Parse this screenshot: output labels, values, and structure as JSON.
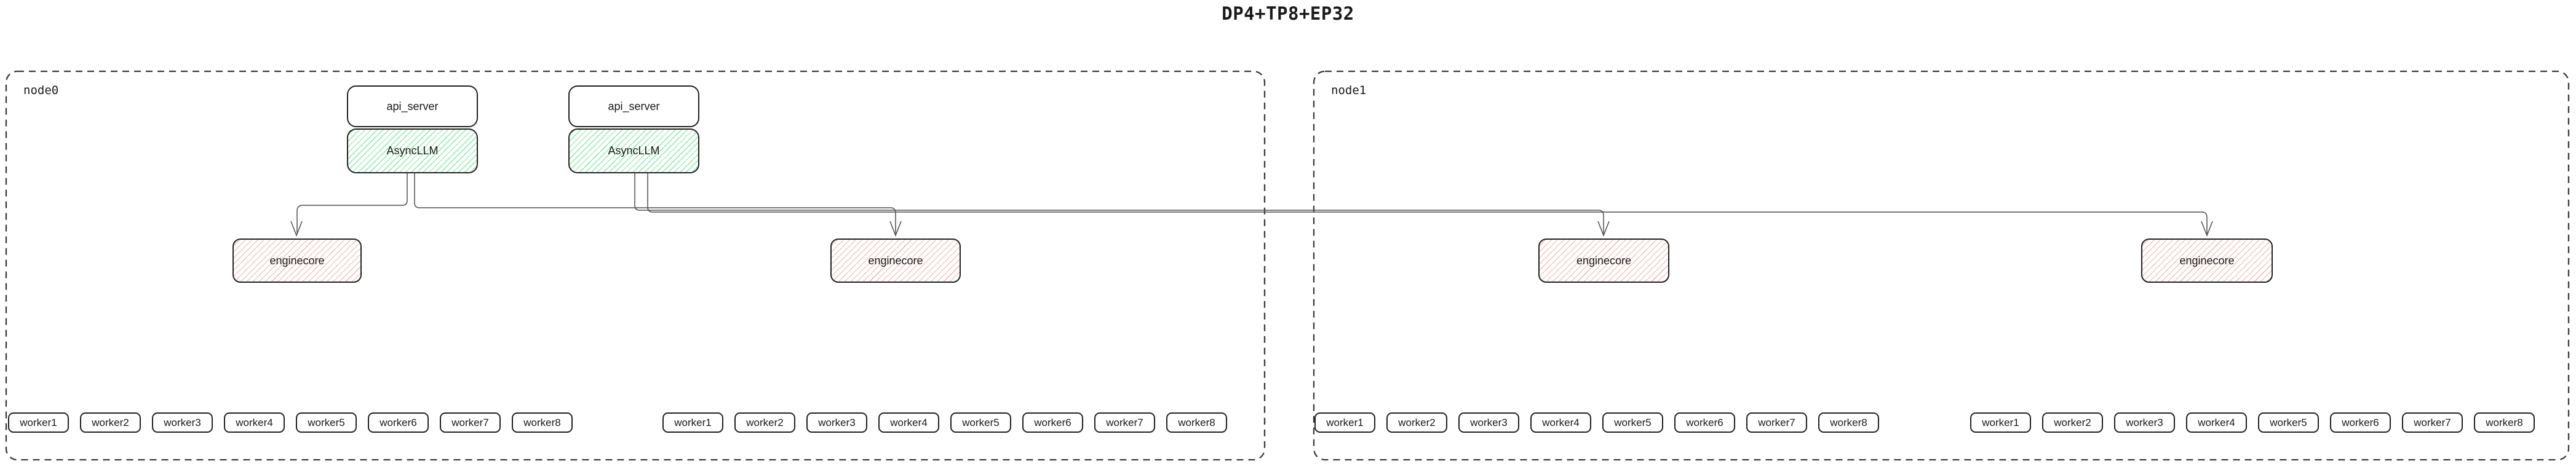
{
  "title": "DP4+TP8+EP32",
  "theme": {
    "background": "#ffffff",
    "ink": "#1a1a1a",
    "box_border": "#212121",
    "node_border": "#3a3a3a",
    "edge": "#4f4f4f",
    "green_hatch": "#8ee6a8",
    "pink_hatch": "#f0b3b3",
    "box_fill": "#ffffff"
  },
  "nodes": [
    {
      "label": "node0",
      "api_stacks": [
        {
          "api_server": "api_server",
          "async_llm": "AsyncLLM"
        },
        {
          "api_server": "api_server",
          "async_llm": "AsyncLLM"
        }
      ],
      "engine_cores": [
        "enginecore",
        "enginecore"
      ],
      "worker_groups": [
        [
          "worker1",
          "worker2",
          "worker3",
          "worker4",
          "worker5",
          "worker6",
          "worker7",
          "worker8"
        ],
        [
          "worker1",
          "worker2",
          "worker3",
          "worker4",
          "worker5",
          "worker6",
          "worker7",
          "worker8"
        ]
      ]
    },
    {
      "label": "node1",
      "api_stacks": [],
      "engine_cores": [
        "enginecore",
        "enginecore"
      ],
      "worker_groups": [
        [
          "worker1",
          "worker2",
          "worker3",
          "worker4",
          "worker5",
          "worker6",
          "worker7",
          "worker8"
        ],
        [
          "worker1",
          "worker2",
          "worker3",
          "worker4",
          "worker5",
          "worker6",
          "worker7",
          "worker8"
        ]
      ]
    }
  ]
}
